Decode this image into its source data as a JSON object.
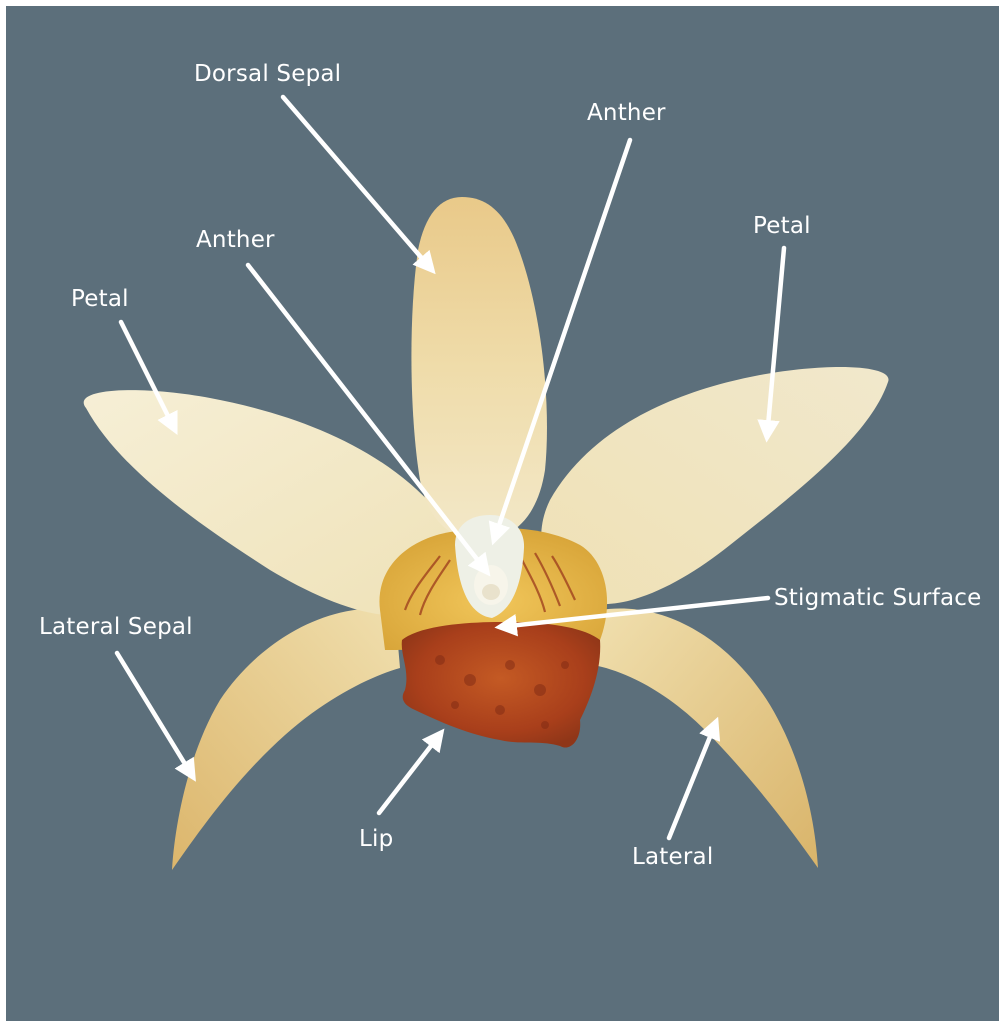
{
  "colors": {
    "background": "#5c6f7b",
    "frame": "#ffffff",
    "label_text": "#ffffff",
    "arrow": "#ffffff",
    "sepal_petal": "#f2e6bd",
    "dorsal_sepal": "#eed7a0",
    "lip": "#b5481e",
    "lip_yellow": "#e2b63a"
  },
  "labels": {
    "dorsal_sepal": "Dorsal Sepal",
    "anther_top": "Anther",
    "anther_left": "Anther",
    "petal_left": "Petal",
    "petal_right": "Petal",
    "stigmatic_surface": "Stigmatic Surface",
    "lateral_sepal_left": "Lateral Sepal",
    "lip": "Lip",
    "lateral_right": "Lateral"
  }
}
